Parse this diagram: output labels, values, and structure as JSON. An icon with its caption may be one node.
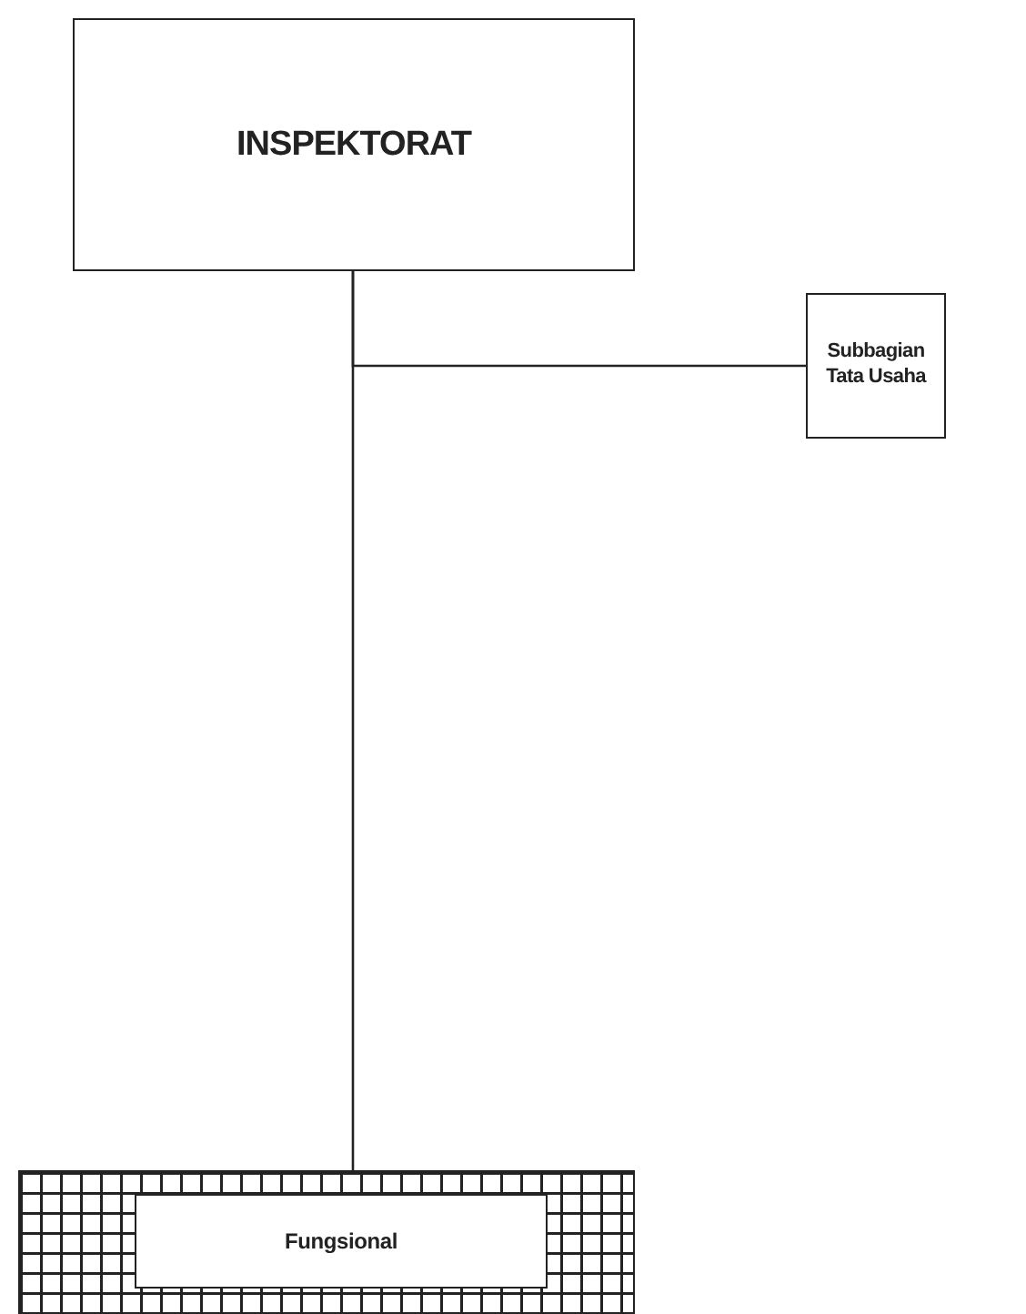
{
  "diagram": {
    "nodes": [
      {
        "text": [
          "INSPEKTORAT"
        ]
      },
      {
        "text": [
          "Subbagian Tata Usaha"
        ]
      },
      {
        "text": [],
        "shape": "box"
      },
      {
        "text": [
          "Fungsional"
        ],
        "in": 2
      }
    ],
    "edges": [
      {
        "from": 0,
        "to": 1,
        "arrow": "none"
      },
      {
        "from": 0,
        "to": 2,
        "arrow": "none"
      }
    ]
  }
}
